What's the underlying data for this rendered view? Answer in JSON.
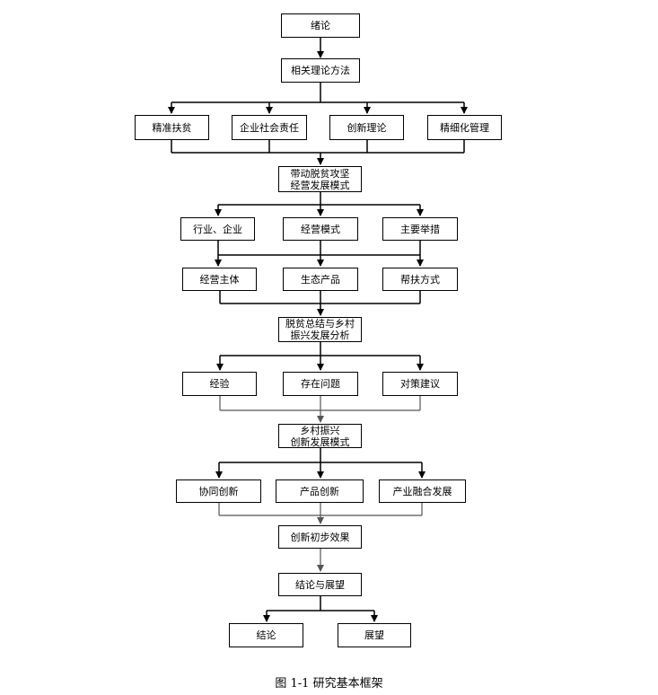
{
  "nodes": {
    "intro": "绪论",
    "theory": "相关理论方法",
    "precise_poverty": "精准扶贫",
    "csr": "企业社会责任",
    "innovation_theory": "创新理论",
    "fine_management": "精细化管理",
    "model": "带动脱贫攻坚\n经营发展模式",
    "industry": "行业、企业",
    "business_model": "经营模式",
    "main_measures": "主要举措",
    "subject": "经营主体",
    "eco_product": "生态产品",
    "aid_method": "帮扶方式",
    "summary": "脱贫总结与乡村\n振兴发展分析",
    "experience": "经验",
    "problems": "存在问题",
    "suggestions": "对策建议",
    "revival_model": "乡村振兴\n创新发展模式",
    "co_innovation": "协同创新",
    "product_innovation": "产品创新",
    "industry_fusion": "产业融合发展",
    "initial_effect": "创新初步效果",
    "conclusion_outlook": "结论与展望",
    "conclusion": "结论",
    "outlook": "展望"
  },
  "caption": "图 1-1  研究基本框架"
}
